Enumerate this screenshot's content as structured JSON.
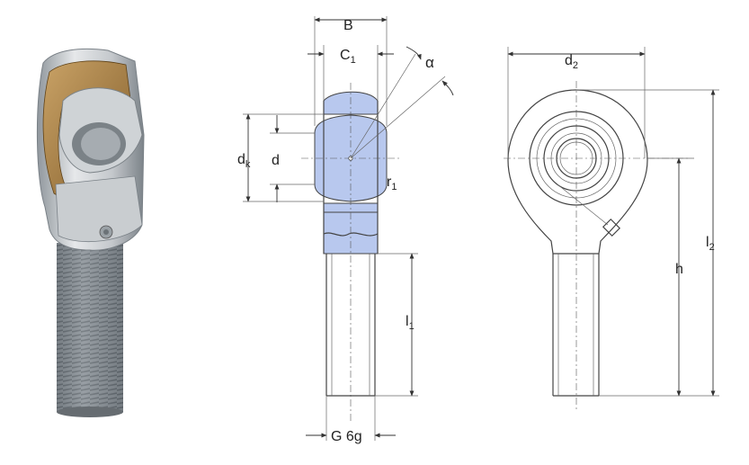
{
  "labels": {
    "B": "B",
    "C1_main": "C",
    "C1_sub": "1",
    "alpha": "α",
    "dk_main": "d",
    "dk_sub": "k",
    "d": "d",
    "r1_main": "r",
    "r1_sub": "1",
    "l1_main": "l",
    "l1_sub": "1",
    "thread": "G 6g",
    "d2_main": "d",
    "d2_sub": "2",
    "h": "h",
    "l2_main": "l",
    "l2_sub": "2"
  },
  "colors": {
    "ball": "#b8c8ee",
    "housing_light": "#d9dcdf",
    "housing_dark": "#8f969c",
    "liner": "#a87b3e",
    "thread": "#7d858c",
    "line": "#333333"
  }
}
